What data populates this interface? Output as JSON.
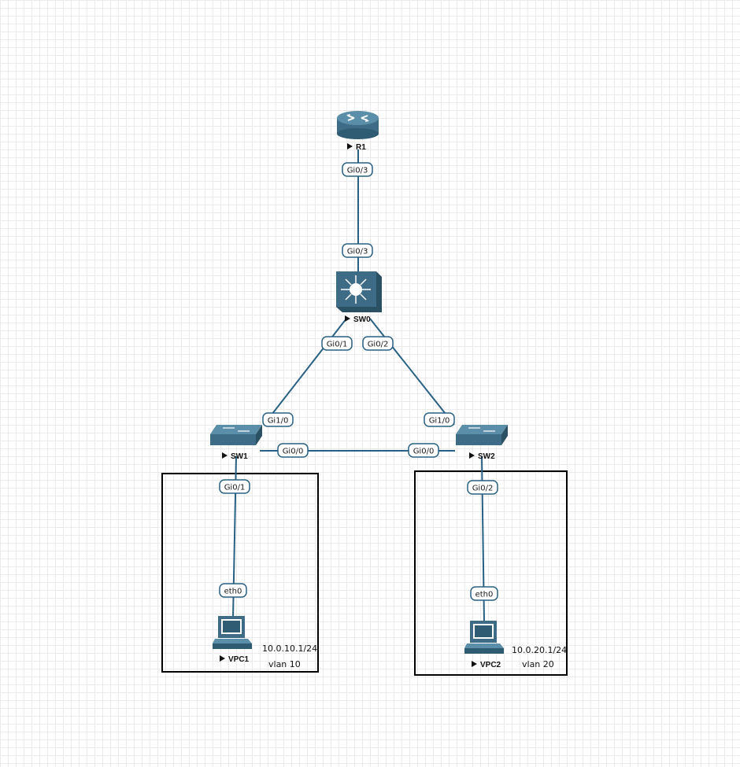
{
  "colors": {
    "link": "#286184",
    "device_dark": "#3e6b85",
    "device_light": "#5b8ea8",
    "box_border": "#000000"
  },
  "nodes": [
    {
      "id": "R1",
      "label": "R1",
      "icon": "router-icon"
    },
    {
      "id": "SW0",
      "label": "SW0",
      "icon": "layer3-switch-icon"
    },
    {
      "id": "SW1",
      "label": "SW1",
      "icon": "switch-icon"
    },
    {
      "id": "SW2",
      "label": "SW2",
      "icon": "switch-icon"
    },
    {
      "id": "VPC1",
      "label": "VPC1",
      "icon": "pc-icon"
    },
    {
      "id": "VPC2",
      "label": "VPC2",
      "icon": "pc-icon"
    }
  ],
  "links": [
    {
      "from": "R1",
      "from_port": "Gi0/3",
      "to": "SW0",
      "to_port": "Gi0/3"
    },
    {
      "from": "SW0",
      "from_port": "Gi0/1",
      "to": "SW1",
      "to_port": "Gi1/0"
    },
    {
      "from": "SW0",
      "from_port": "Gi0/2",
      "to": "SW2",
      "to_port": "Gi1/0"
    },
    {
      "from": "SW1",
      "from_port": "Gi0/0",
      "to": "SW2",
      "to_port": "Gi0/0"
    },
    {
      "from": "SW1",
      "from_port": "Gi0/1",
      "to": "VPC1",
      "to_port": "eth0"
    },
    {
      "from": "SW2",
      "from_port": "Gi0/2",
      "to": "VPC2",
      "to_port": "eth0"
    }
  ],
  "ports": {
    "r1_gi03": "Gi0/3",
    "sw0_gi03": "Gi0/3",
    "sw0_gi01": "Gi0/1",
    "sw0_gi02": "Gi0/2",
    "sw1_gi10": "Gi1/0",
    "sw2_gi10": "Gi1/0",
    "sw1_gi00": "Gi0/0",
    "sw2_gi00": "Gi0/0",
    "sw1_gi01": "Gi0/1",
    "sw2_gi02": "Gi0/2",
    "vpc1_eth0": "eth0",
    "vpc2_eth0": "eth0"
  },
  "labels": {
    "r1": "R1",
    "sw0": "SW0",
    "sw1": "SW1",
    "sw2": "SW2",
    "vpc1": "VPC1",
    "vpc2": "VPC2"
  },
  "annotations": {
    "vpc1_ip": "10.0.10.1/24",
    "vpc1_vlan": "vlan 10",
    "vpc2_ip": "10.0.20.1/24",
    "vpc2_vlan": "vlan 20"
  }
}
